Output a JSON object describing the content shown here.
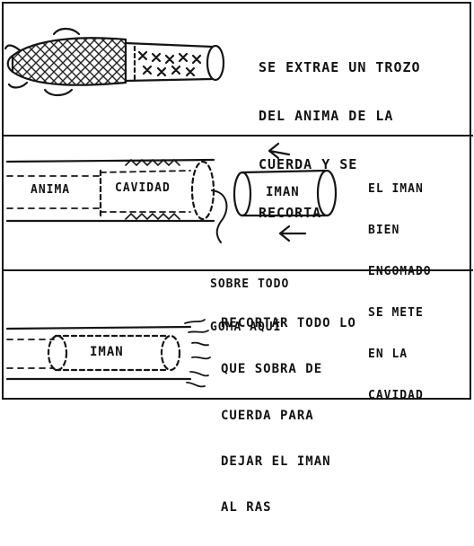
{
  "panels": [
    {
      "id": "step-1",
      "note_lines": [
        "SE EXTRAE UN TROZO",
        "DEL ANIMA DE LA",
        "CUERDA Y SE",
        "RECORTA"
      ]
    },
    {
      "id": "step-2",
      "labels": {
        "core": "ANIMA",
        "cavity": "CAVIDAD",
        "magnet": "IMAN"
      },
      "glue_note_lines": [
        "SOBRE TODO",
        "GOMA AQUÍ"
      ],
      "note_lines": [
        "EL IMAN",
        "BIEN",
        "ENGOMADO",
        "SE METE",
        "EN LA",
        "CAVIDAD"
      ]
    },
    {
      "id": "step-3",
      "labels": {
        "magnet": "IMAN"
      },
      "note_lines": [
        "RECORTAR TODO LO",
        "QUE SOBRA DE",
        "CUERDA PARA",
        "DEJAR EL IMAN",
        "AL RAS"
      ]
    }
  ]
}
